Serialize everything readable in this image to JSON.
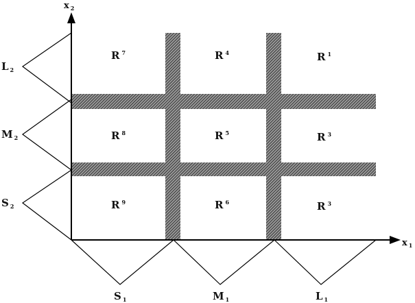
{
  "axes": {
    "x": {
      "main": "x",
      "sub": "1"
    },
    "y": {
      "main": "x",
      "sub": "2"
    }
  },
  "regions": [
    {
      "main": "R",
      "sub": "7"
    },
    {
      "main": "R",
      "sub": "4"
    },
    {
      "main": "R",
      "sub": "1"
    },
    {
      "main": "R",
      "sub": "8"
    },
    {
      "main": "R",
      "sub": "5"
    },
    {
      "main": "R",
      "sub": "3"
    },
    {
      "main": "R",
      "sub": "9"
    },
    {
      "main": "R",
      "sub": "6"
    },
    {
      "main": "R",
      "sub": "3"
    }
  ],
  "x_sets": [
    {
      "main": "S",
      "sub": "1"
    },
    {
      "main": "M",
      "sub": "1"
    },
    {
      "main": "L",
      "sub": "1"
    }
  ],
  "y_sets": [
    {
      "main": "L",
      "sub": "2"
    },
    {
      "main": "M",
      "sub": "2"
    },
    {
      "main": "S",
      "sub": "2"
    }
  ]
}
